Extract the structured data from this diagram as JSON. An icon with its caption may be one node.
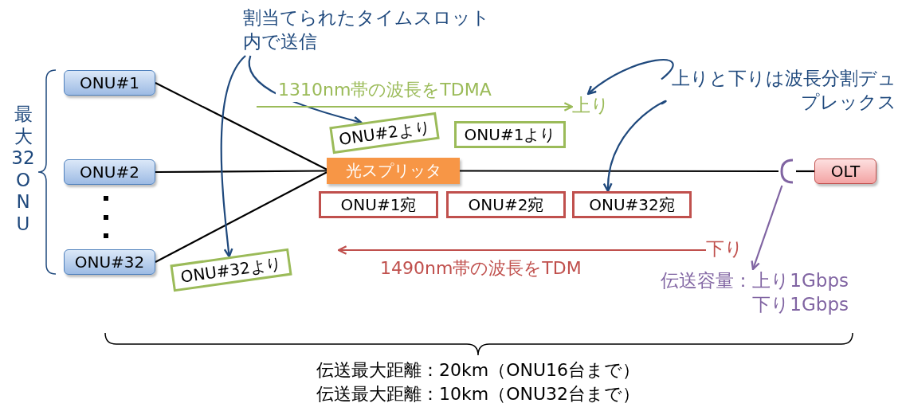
{
  "diagram": {
    "nodes": [
      {
        "text": [
          "ONU#1"
        ]
      },
      {
        "text": [
          "ONU#2"
        ]
      },
      {
        "text": [
          "ONU#32"
        ]
      },
      {
        "text": [
          "光スプリッタ"
        ]
      },
      {
        "text": [
          "OLT"
        ]
      },
      {
        "text": [
          "ONU#2より"
        ]
      },
      {
        "text": [
          "ONU#32より"
        ]
      },
      {
        "text": [
          "ONU#1より"
        ]
      },
      {
        "text": [
          "ONU#1宛"
        ]
      },
      {
        "text": [
          "ONU#2宛"
        ]
      },
      {
        "text": [
          "ONU#32宛"
        ]
      },
      {
        "text": [
          "割当てられたタイムスロット内で送信"
        ]
      },
      {
        "text": [
          "上りと下りは波長分割デュプレックス"
        ]
      },
      {
        "text": [
          "上り"
        ]
      },
      {
        "text": [
          "下り"
        ]
      },
      {
        "text": [
          "伝送容量：上り1Gbps",
          "下り1Gbps"
        ]
      },
      {
        "text": [],
        "shape": "arc"
      }
    ],
    "edges": [
      {
        "from": 0,
        "to": 3,
        "arrow": "none"
      },
      {
        "from": 1,
        "to": 3,
        "arrow": "none"
      },
      {
        "from": 2,
        "to": 3,
        "arrow": "none"
      },
      {
        "from": 3,
        "to": 16,
        "arrow": "none"
      },
      {
        "from": 16,
        "to": 4,
        "arrow": "none"
      },
      {
        "from": 11,
        "to": 5,
        "arrow": "to",
        "color": "#1f497d"
      },
      {
        "from": 11,
        "to": 6,
        "arrow": "to",
        "color": "#1f497d"
      },
      {
        "from": 12,
        "to": 13,
        "arrow": "to",
        "color": "#1f497d"
      },
      {
        "from": 12,
        "to": 10,
        "arrow": "to",
        "color": "#1f497d"
      },
      {
        "from": 16,
        "to": 15,
        "arrow": "to",
        "color": "#8064a2"
      },
      {
        "from": null,
        "to": 13,
        "arrow": "to",
        "label": "1310nm帯の波長をTDMA",
        "color": "#9bbb59"
      },
      {
        "from": 14,
        "to": null,
        "arrow": "to",
        "label": "1490nm帯の波長をTDM",
        "color": "#c0504d"
      }
    ],
    "labels": [
      "最大32ONU",
      "伝送最大距離：20km（ONU16台まで）",
      "伝送最大距離：10km（ONU32台まで）"
    ]
  }
}
